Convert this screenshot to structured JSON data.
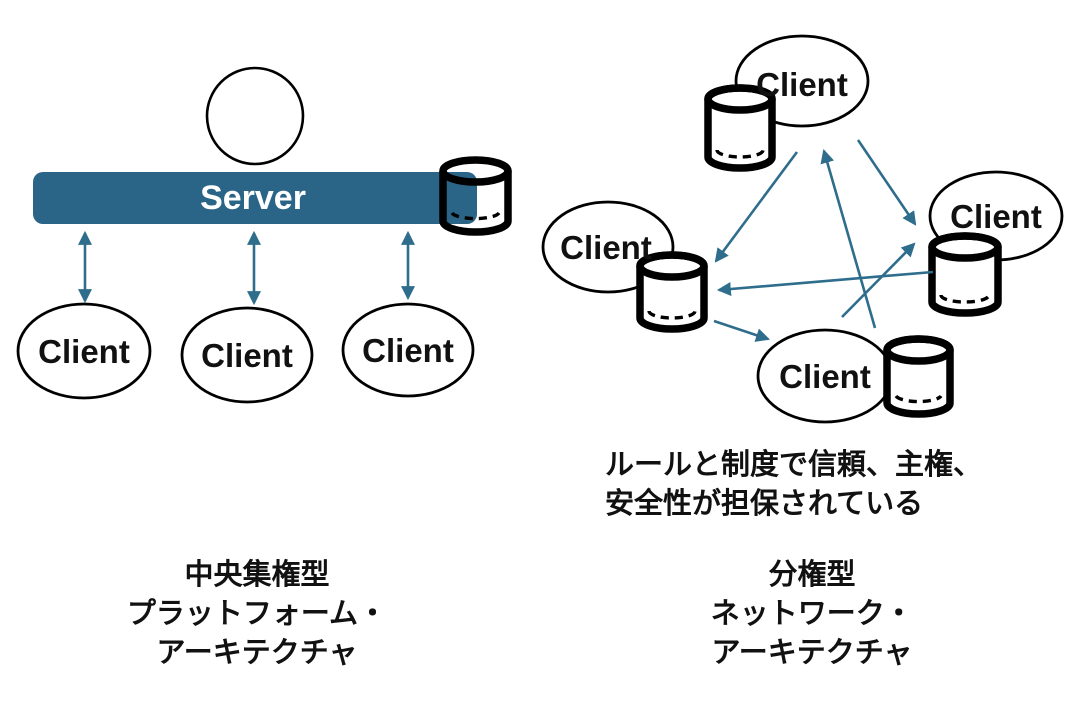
{
  "left": {
    "server_label": "Server",
    "clients": [
      "Client",
      "Client",
      "Client"
    ],
    "caption": [
      "中央集権型",
      "プラットフォーム・",
      "アーキテクチャ"
    ]
  },
  "right": {
    "clients": [
      "Client",
      "Client",
      "Client",
      "Client"
    ],
    "annotation": [
      "ルールと制度で信頼、主権、",
      "安全性が担保されている"
    ],
    "caption": [
      "分権型",
      "ネットワーク・",
      "アーキテクチャ"
    ]
  },
  "colors": {
    "server_bar": "#2A6486",
    "arrow": "#2E6D8C",
    "outline": "#000000",
    "label_text": "#111111",
    "server_label_text": "#FFFFFF",
    "background": "#FFFFFF"
  }
}
